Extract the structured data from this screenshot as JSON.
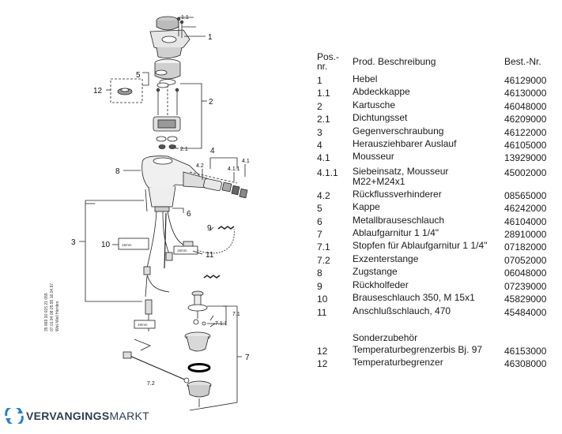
{
  "diagram": {
    "callouts": {
      "c1": "1",
      "c1_1": "1.1",
      "c2": "2",
      "c2_1": "2.1",
      "c3": "3",
      "c4": "4",
      "c4_1": "4.1",
      "c4_1_1": "4.1.1",
      "c4_2": "4.2",
      "c5": "5",
      "c6": "6",
      "c7": "7",
      "c7_1": "7.1",
      "c7_1_1": "7.1.1",
      "c7_2": "7.2",
      "c8": "8",
      "c9": "9",
      "c10": "10",
      "c11": "11",
      "c12": "12"
    },
    "dims": {
      "d1": "19mm",
      "d2": "19mm",
      "d3": "19mm"
    },
    "vertical_note": [
      "35 869  30 015  21 055",
      "07.01.94 08.05.95 16.04.97",
      "Weil  Weil  Herden"
    ]
  },
  "table": {
    "header": {
      "pos": "Pos.-\nnr.",
      "desc": "Prod. Beschreibung",
      "order": "Best.-Nr."
    },
    "rows": [
      {
        "pos": "1",
        "desc": "Hebel",
        "order": "46129000"
      },
      {
        "pos": "1.1",
        "desc": "Abdeckkappe",
        "order": "46130000"
      },
      {
        "pos": "2",
        "desc": "Kartusche",
        "order": "46048000"
      },
      {
        "pos": "2.1",
        "desc": "Dichtungsset",
        "order": "46209000"
      },
      {
        "pos": "3",
        "desc": "Gegenverschraubung",
        "order": "46122000"
      },
      {
        "pos": "4",
        "desc": "Herausziehbarer Auslauf",
        "order": "46105000"
      },
      {
        "pos": "4.1",
        "desc": "Mousseur",
        "order": "13929000"
      },
      {
        "pos": "4.1.1",
        "desc": "Siebeinsatz, Mousseur\nM22+M24x1",
        "order": "45002000"
      },
      {
        "pos": "4.2",
        "desc": "Rückflussverhinderer",
        "order": "08565000"
      },
      {
        "pos": "5",
        "desc": "Kappe",
        "order": "46242000"
      },
      {
        "pos": "6",
        "desc": "Metallbrauseschlauch",
        "order": "46104000"
      },
      {
        "pos": "7",
        "desc": "Ablaufgarnitur 1 1/4\"",
        "order": "28910000"
      },
      {
        "pos": "7.1",
        "desc": "Stopfen für Ablaufgarnitur 1 1/4\"",
        "order": "07182000"
      },
      {
        "pos": "7.2",
        "desc": "Exzenterstange",
        "order": "07052000"
      },
      {
        "pos": "8",
        "desc": "Zugstange",
        "order": "06048000"
      },
      {
        "pos": "9",
        "desc": "Rückholfeder",
        "order": "07239000"
      },
      {
        "pos": "10",
        "desc": "Brauseschlauch 350, M 15x1",
        "order": "45829000"
      },
      {
        "pos": "11",
        "desc": "Anschlußschlauch, 470",
        "order": "45484000"
      }
    ],
    "section": "Sonderzubehör",
    "extra_rows": [
      {
        "pos": "12",
        "desc": "Temperaturbegrenzerbis Bj. 97",
        "order": "46153000"
      },
      {
        "pos": "12",
        "desc": "Temperaturbegrenzer",
        "order": "46308000"
      }
    ]
  },
  "brand": {
    "part1": "VERVANGINGS",
    "part2": "MARKT",
    "logo_color": "#2a7fd4"
  }
}
